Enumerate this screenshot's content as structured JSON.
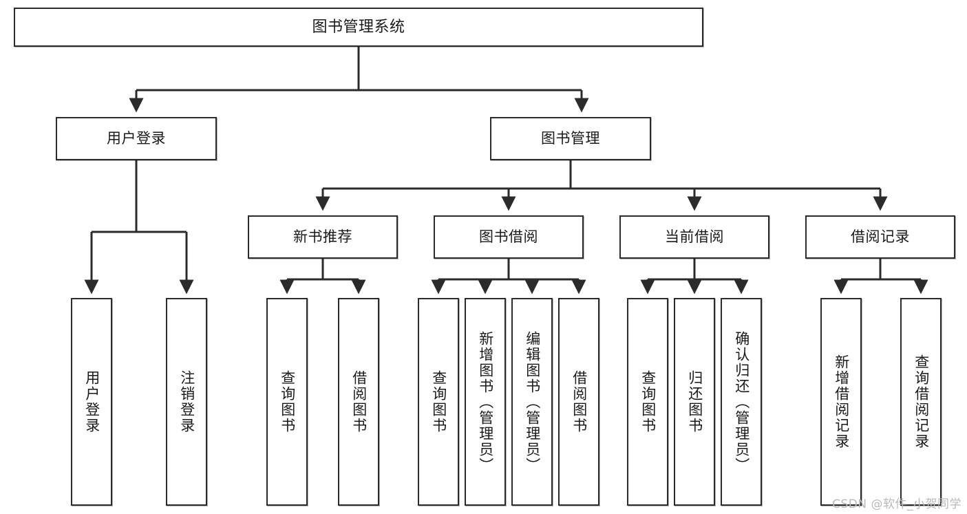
{
  "diagram": {
    "type": "tree",
    "title": "图书管理系统",
    "root": {
      "id": "root",
      "label": "图书管理系统"
    },
    "level2": [
      {
        "id": "user-login",
        "label": "用户登录"
      },
      {
        "id": "book-manage",
        "label": "图书管理"
      }
    ],
    "level3": [
      {
        "id": "new-book-rec",
        "label": "新书推荐",
        "parent": "book-manage"
      },
      {
        "id": "book-borrow",
        "label": "图书借阅",
        "parent": "book-manage"
      },
      {
        "id": "current-borrow",
        "label": "当前借阅",
        "parent": "book-manage"
      },
      {
        "id": "borrow-record",
        "label": "借阅记录",
        "parent": "book-manage"
      }
    ],
    "leaves": {
      "user_login": [
        {
          "id": "leaf-user-login",
          "label": "用户登录"
        },
        {
          "id": "leaf-logout",
          "label": "注销登录"
        }
      ],
      "new_book_rec": [
        {
          "id": "leaf-query-book-1",
          "label": "查询图书"
        },
        {
          "id": "leaf-borrow-book-1",
          "label": "借阅图书"
        }
      ],
      "book_borrow": [
        {
          "id": "leaf-query-book-2",
          "label": "查询图书"
        },
        {
          "id": "leaf-add-book",
          "label": "新增图书（管理员）"
        },
        {
          "id": "leaf-edit-book",
          "label": "编辑图书（管理员）"
        },
        {
          "id": "leaf-borrow-book-2",
          "label": "借阅图书"
        }
      ],
      "current_borrow": [
        {
          "id": "leaf-query-book-3",
          "label": "查询图书"
        },
        {
          "id": "leaf-return-book",
          "label": "归还图书"
        },
        {
          "id": "leaf-confirm-return",
          "label": "确认归还（管理员）"
        }
      ],
      "borrow_record": [
        {
          "id": "leaf-add-record",
          "label": "新增借阅记录"
        },
        {
          "id": "leaf-query-record",
          "label": "查询借阅记录"
        }
      ]
    },
    "colors": {
      "stroke": "#2b2b2b",
      "fill": "#ffffff",
      "text": "#1a1a1a",
      "watermark": "#b9b9b9"
    }
  },
  "watermark": {
    "text": "CSDN @软件_小贺同学"
  }
}
